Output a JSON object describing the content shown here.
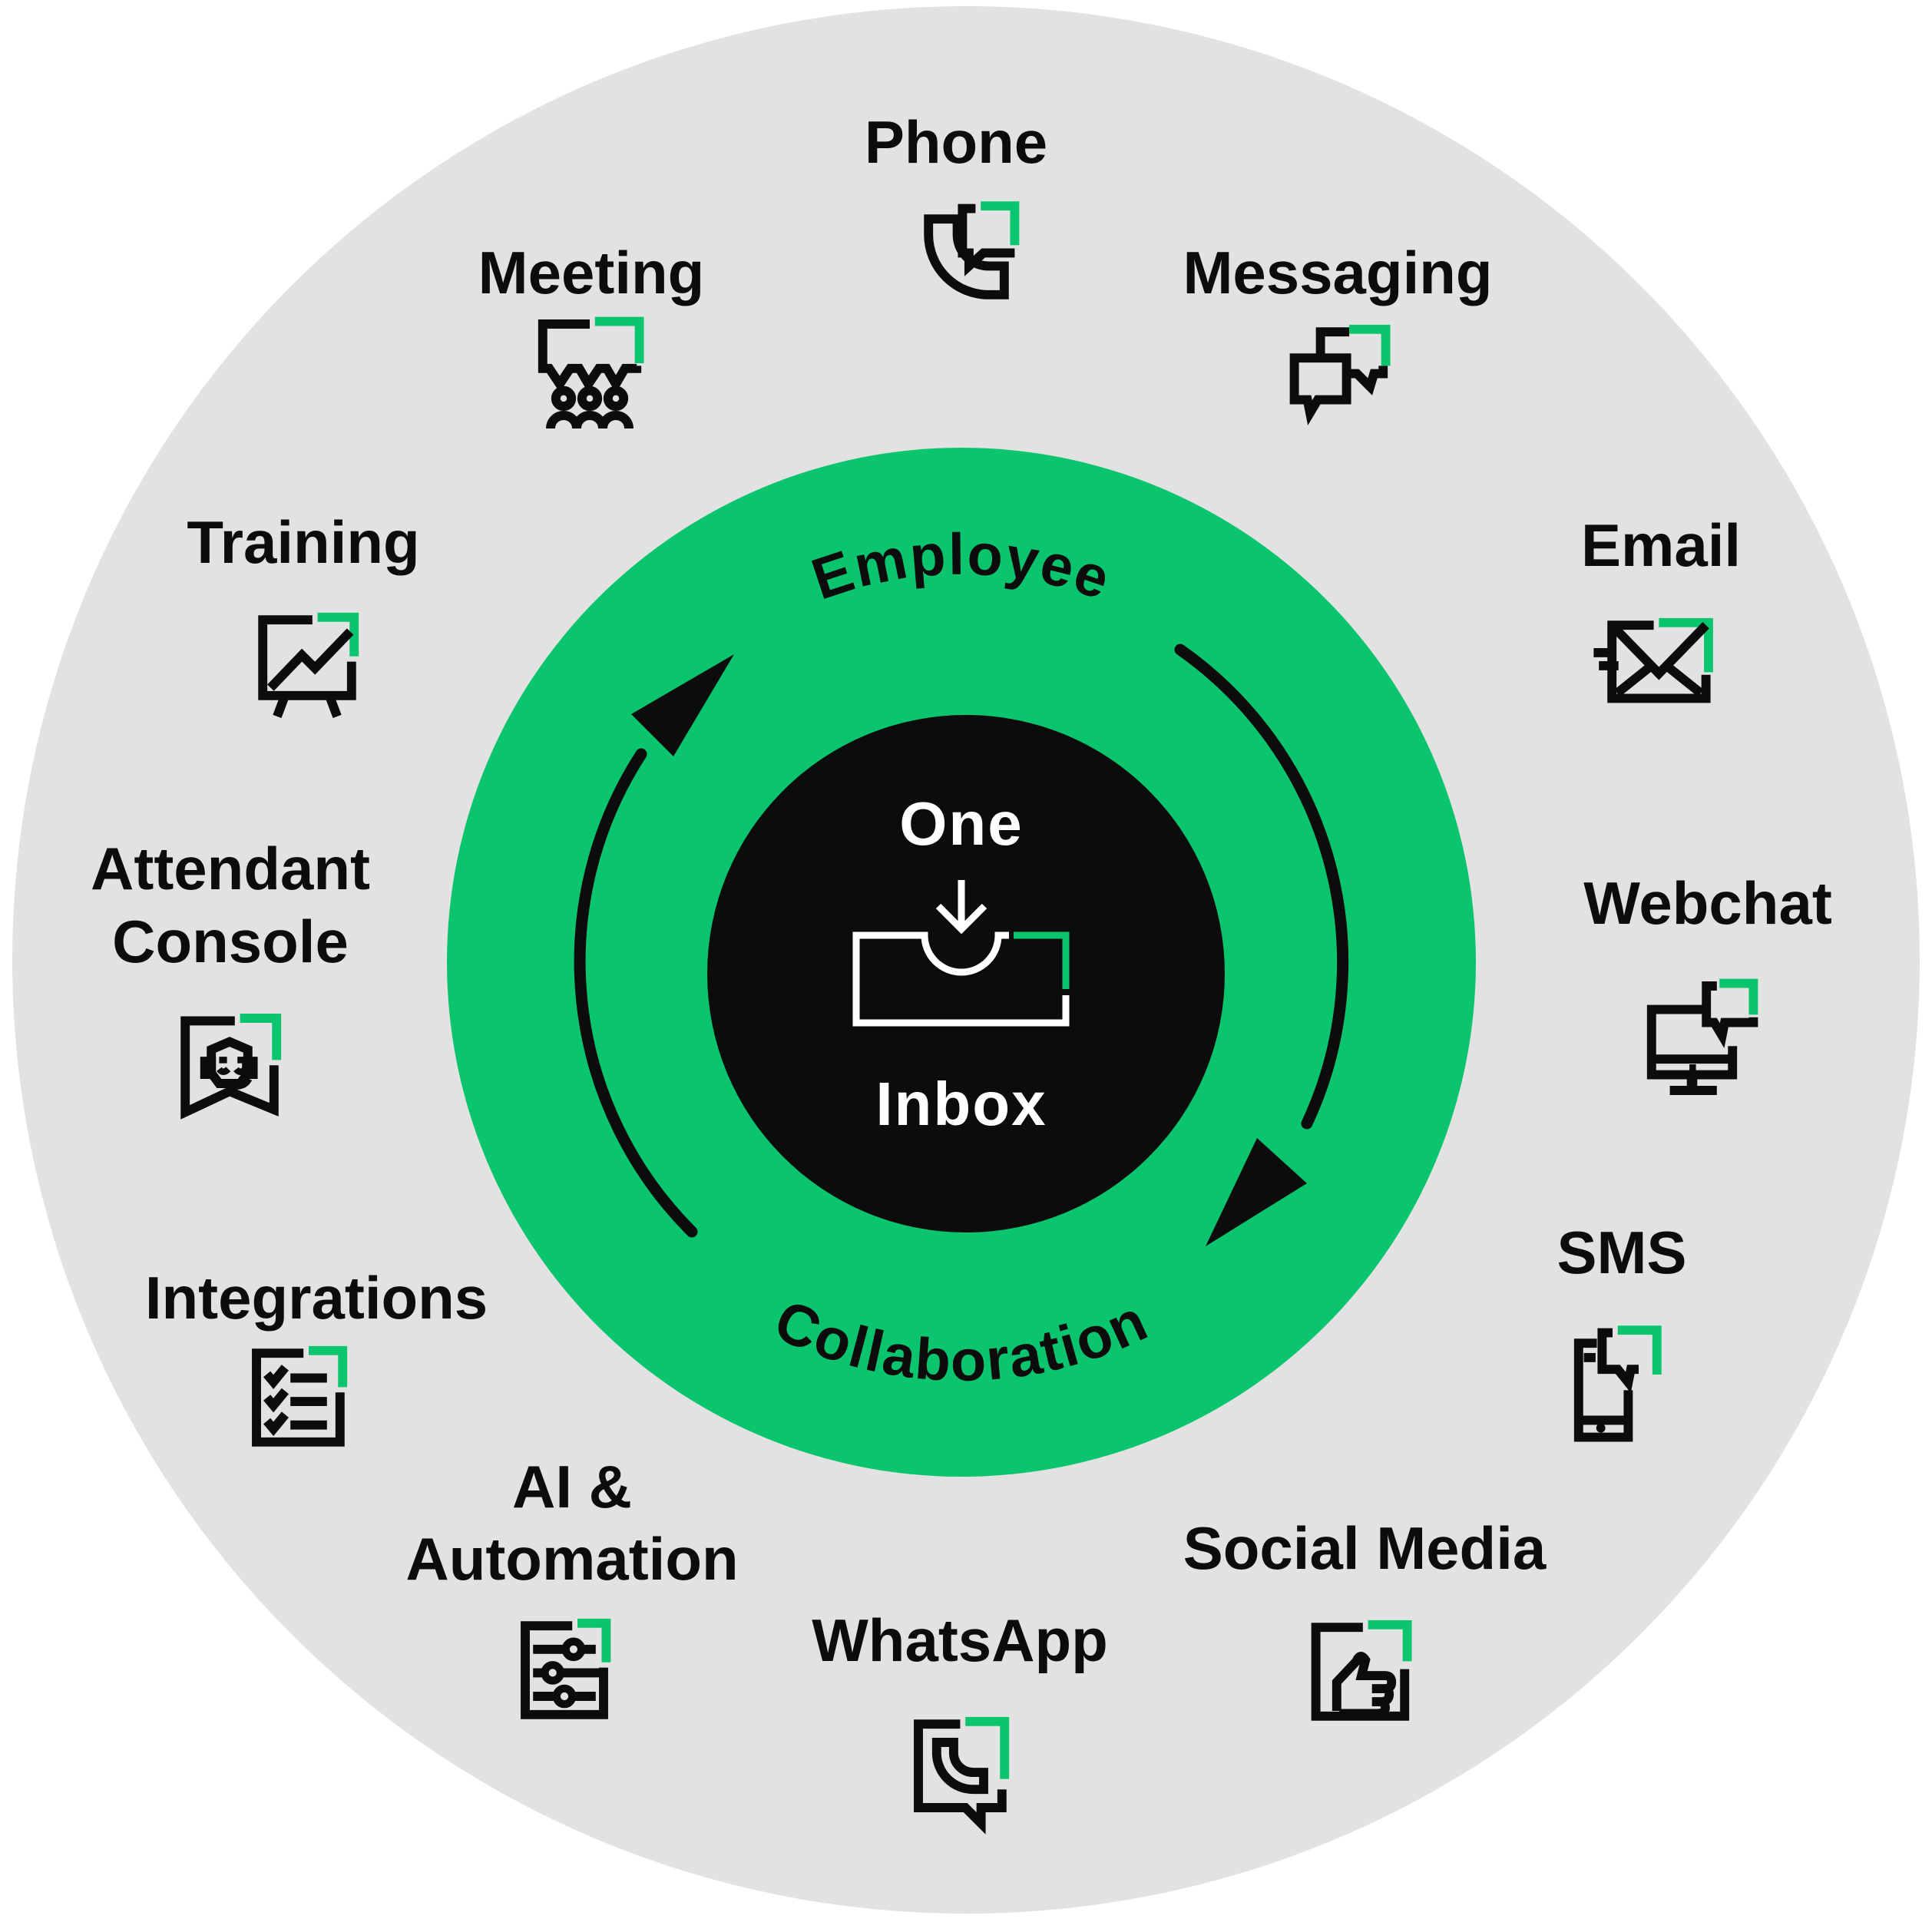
{
  "colors": {
    "accent_green": "#0BC56E",
    "outer_gray": "#E3E2E2",
    "ink_black": "#0C0C0C",
    "white": "#FFFFFF"
  },
  "center": {
    "line1": "One",
    "line2": "Inbox",
    "icon": "inbox-tray-icon"
  },
  "ring": {
    "top_label": "Employee",
    "bottom_label": "Collaboration",
    "direction": "clockwise"
  },
  "channels": [
    {
      "id": "phone",
      "label": "Phone",
      "icon": "phone-icon"
    },
    {
      "id": "messaging",
      "label": "Messaging",
      "icon": "messaging-icon"
    },
    {
      "id": "email",
      "label": "Email",
      "icon": "email-icon"
    },
    {
      "id": "webchat",
      "label": "Webchat",
      "icon": "webchat-icon"
    },
    {
      "id": "sms",
      "label": "SMS",
      "icon": "sms-icon"
    },
    {
      "id": "social-media",
      "label": "Social Media",
      "icon": "social-media-icon"
    },
    {
      "id": "whatsapp",
      "label": "WhatsApp",
      "icon": "whatsapp-icon"
    },
    {
      "id": "ai-automation",
      "label": "AI &",
      "label2": "Automation",
      "icon": "ai-automation-icon"
    },
    {
      "id": "integrations",
      "label": "Integrations",
      "icon": "integrations-icon"
    },
    {
      "id": "attendant-console",
      "label": "Attendant",
      "label2": "Console",
      "icon": "attendant-console-icon"
    },
    {
      "id": "training",
      "label": "Training",
      "icon": "training-icon"
    },
    {
      "id": "meeting",
      "label": "Meeting",
      "icon": "meeting-icon"
    }
  ]
}
